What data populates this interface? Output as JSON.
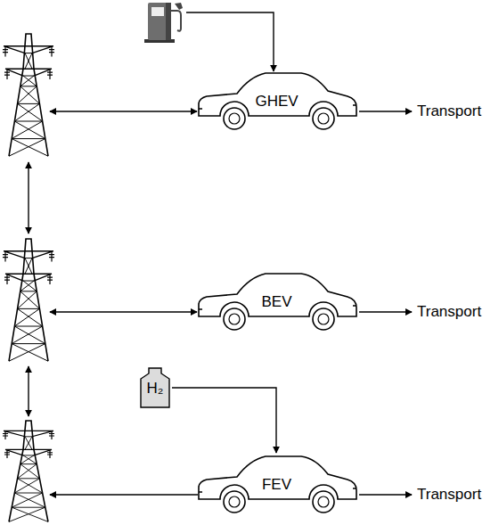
{
  "diagram": {
    "nodes": [
      {
        "text": [
          "GHEV"
        ]
      },
      {
        "text": [
          "BEV"
        ]
      },
      {
        "text": [
          "H₂"
        ]
      },
      {
        "text": [
          "FEV"
        ]
      }
    ],
    "edges": [
      {
        "from": 2,
        "to": 3,
        "arrow": "to"
      }
    ],
    "labels": [
      "Transport",
      "Transport",
      "Transport"
    ]
  }
}
